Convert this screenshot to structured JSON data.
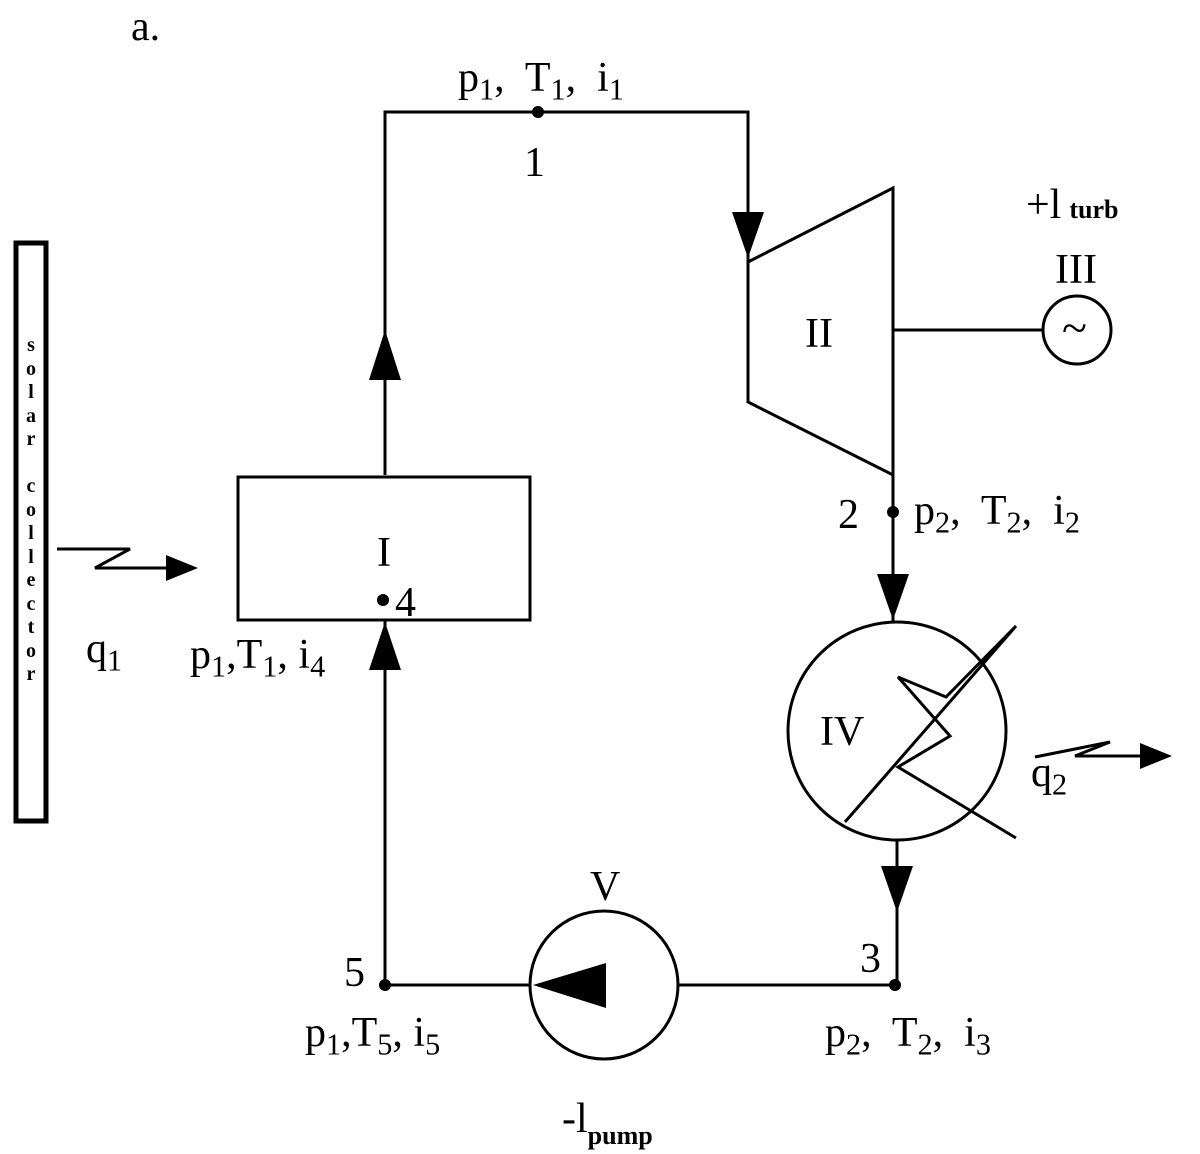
{
  "figure_label": "a.",
  "collector": {
    "letters": [
      "s",
      "o",
      "l",
      "a",
      "r",
      " ",
      "c",
      "o",
      "l",
      "l",
      "e",
      "c",
      "t",
      "o",
      "r"
    ]
  },
  "components": {
    "evaporator": "I",
    "turbine": "II",
    "generator": "III",
    "condenser": "IV",
    "pump": "V",
    "generator_symbol": "~"
  },
  "points": {
    "p1": "1",
    "p2": "2",
    "p3": "3",
    "p4": "4",
    "p5": "5"
  },
  "states": {
    "s1": {
      "p": "p",
      "ps": "1",
      "t": "T",
      "ts": "1",
      "i": "i",
      "is": "1"
    },
    "s2": {
      "p": "p",
      "ps": "2",
      "t": "T",
      "ts": "2",
      "i": "i",
      "is": "2"
    },
    "s3": {
      "p": "p",
      "ps": "2",
      "t": "T",
      "ts": "2",
      "i": "i",
      "is": "3"
    },
    "s4": {
      "p": "p",
      "ps": "1",
      "t": "T",
      "ts": "1",
      "i": "i",
      "is": "4"
    },
    "s5": {
      "p": "p",
      "ps": "1",
      "t": "T",
      "ts": "5",
      "i": "i",
      "is": "5"
    }
  },
  "heat": {
    "q1": {
      "q": "q",
      "sub": "1"
    },
    "q2": {
      "q": "q",
      "sub": "2"
    }
  },
  "work": {
    "turb": {
      "sign": "+l",
      "sub": "turb"
    },
    "pump": {
      "sign": "-l",
      "sub": "pump"
    }
  }
}
